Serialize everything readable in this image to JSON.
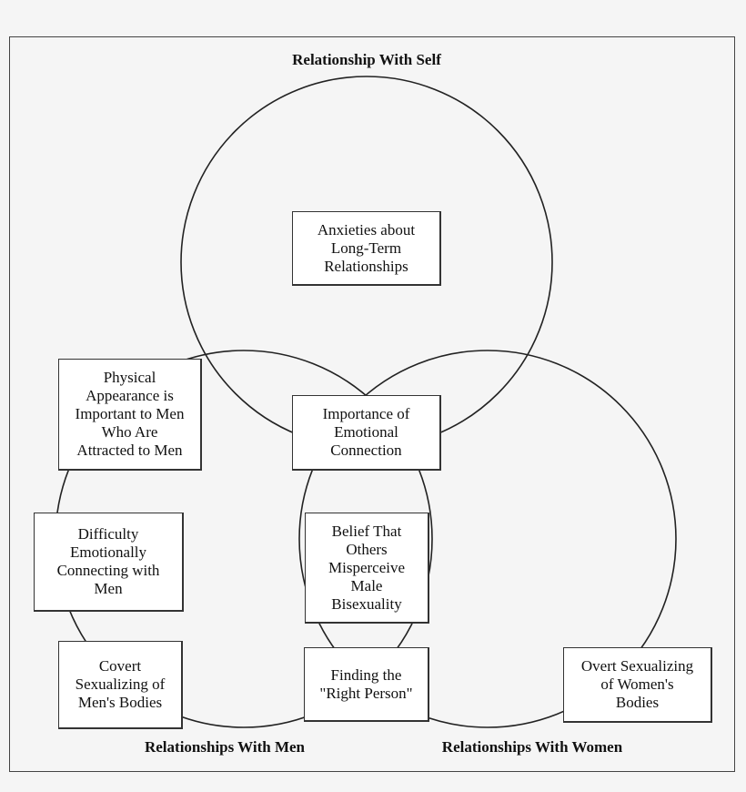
{
  "diagram": {
    "type": "venn",
    "sets": [
      {
        "id": "self",
        "label": "Relationship With Self"
      },
      {
        "id": "men",
        "label": "Relationships With Men"
      },
      {
        "id": "women",
        "label": "Relationships With Women"
      }
    ],
    "themes": [
      {
        "id": "anxieties",
        "region": "self only",
        "lines": [
          "Anxieties about",
          "Long-Term",
          "Relationships"
        ]
      },
      {
        "id": "physical-appearance",
        "region": "men only",
        "lines": [
          "Physical",
          "Appearance is",
          "Important to Men",
          "Who Are",
          "Attracted to Men"
        ]
      },
      {
        "id": "importance-emotional-connection",
        "region": "self, men and women",
        "lines": [
          "Importance of",
          "Emotional",
          "Connection"
        ]
      },
      {
        "id": "difficulty-connecting",
        "region": "men only",
        "lines": [
          "Difficulty",
          "Emotionally",
          "Connecting with",
          "Men"
        ]
      },
      {
        "id": "belief-misperceive",
        "region": "men and women",
        "lines": [
          "Belief That",
          "Others",
          "Misperceive",
          "Male",
          "Bisexuality"
        ]
      },
      {
        "id": "covert-sexualizing",
        "region": "men only",
        "lines": [
          "Covert",
          "Sexualizing of",
          "Men's Bodies"
        ]
      },
      {
        "id": "finding-right-person",
        "region": "men and women",
        "lines": [
          "Finding the",
          "\"Right Person\""
        ]
      },
      {
        "id": "overt-sexualizing",
        "region": "women only",
        "lines": [
          "Overt Sexualizing",
          "of Women's",
          "Bodies"
        ]
      }
    ]
  }
}
